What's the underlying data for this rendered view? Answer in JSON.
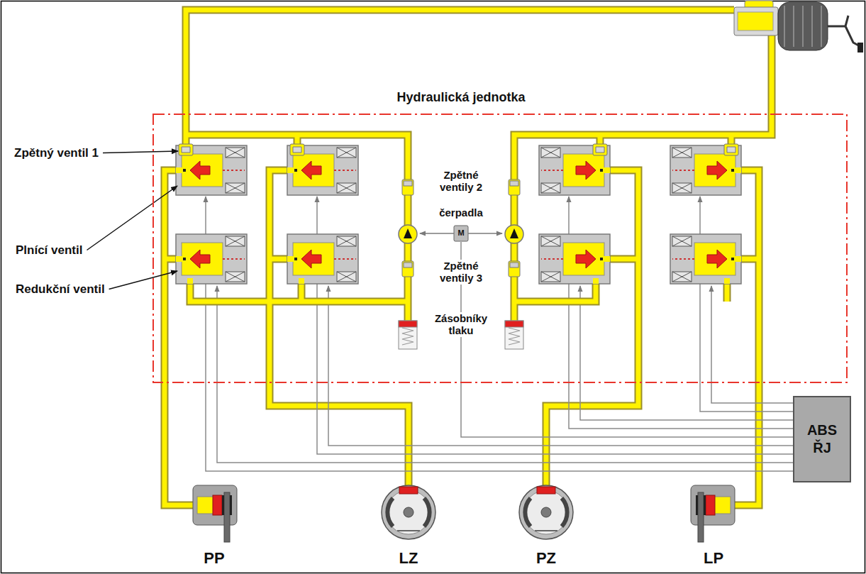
{
  "diagram": {
    "nodes": [
      {
        "text": [
          "Hydraulická jednotka"
        ]
      },
      {
        "text": [
          "ABS ŘJ"
        ]
      },
      {
        "text": [
          "PP"
        ]
      },
      {
        "text": [
          "LZ"
        ]
      },
      {
        "text": [
          "PZ"
        ]
      },
      {
        "text": [
          "LP"
        ]
      }
    ],
    "edges": [
      {
        "from": 0,
        "to": 2,
        "arrow": "none"
      },
      {
        "from": 0,
        "to": 3,
        "arrow": "none"
      },
      {
        "from": 0,
        "to": 4,
        "arrow": "none"
      },
      {
        "from": 0,
        "to": 5,
        "arrow": "none"
      },
      {
        "from": 1,
        "to": 0,
        "arrow": "none"
      }
    ],
    "labels": [
      "Zpětný ventil 1",
      "Zpětné ventily 2",
      "čerpadla",
      "M",
      "Plnící ventil",
      "Zpětné ventily 3",
      "Redukční ventil",
      "Zásobníky tlaku"
    ]
  }
}
